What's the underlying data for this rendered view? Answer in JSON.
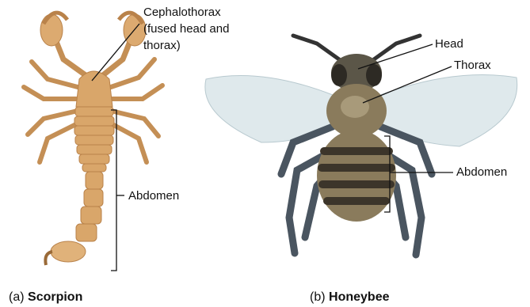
{
  "scorpion": {
    "label_ceph_line1": "Cephalothorax",
    "label_ceph_line2": "(fused head and",
    "label_ceph_line3": "thorax)",
    "label_abdomen": "Abdomen",
    "caption_prefix": "(a)",
    "caption_name": "Scorpion"
  },
  "honeybee": {
    "label_head": "Head",
    "label_thorax": "Thorax",
    "label_abdomen": "Abdomen",
    "caption_prefix": "(b)",
    "caption_name": "Honeybee"
  },
  "colors": {
    "scorpion_body": "#d9a66a",
    "scorpion_shadow": "#b9824a",
    "bee_wing": "#dfe9ec",
    "bee_body": "#8a7b5c",
    "bee_stripe": "#3c352a",
    "bee_leg": "#4a5560",
    "line": "#111111"
  }
}
